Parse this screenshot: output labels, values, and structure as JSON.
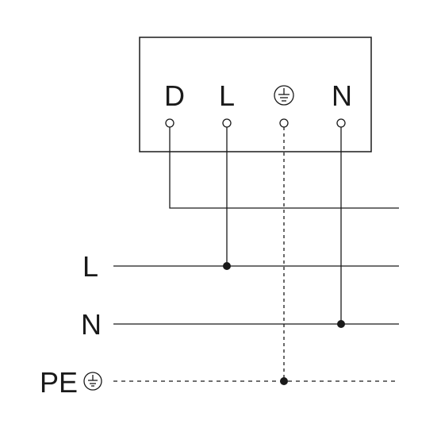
{
  "device": {
    "terminals": [
      {
        "id": "D",
        "label": "D"
      },
      {
        "id": "L",
        "label": "L"
      },
      {
        "id": "PE",
        "label": "",
        "icon": "earth-ground-icon"
      },
      {
        "id": "N",
        "label": "N"
      }
    ]
  },
  "lines": [
    {
      "id": "L",
      "label": "L"
    },
    {
      "id": "N",
      "label": "N"
    },
    {
      "id": "PE",
      "label": "PE",
      "icon": "earth-ground-icon",
      "style": "dashed"
    }
  ],
  "colors": {
    "stroke": "#1a1a1a",
    "background": "#ffffff"
  }
}
